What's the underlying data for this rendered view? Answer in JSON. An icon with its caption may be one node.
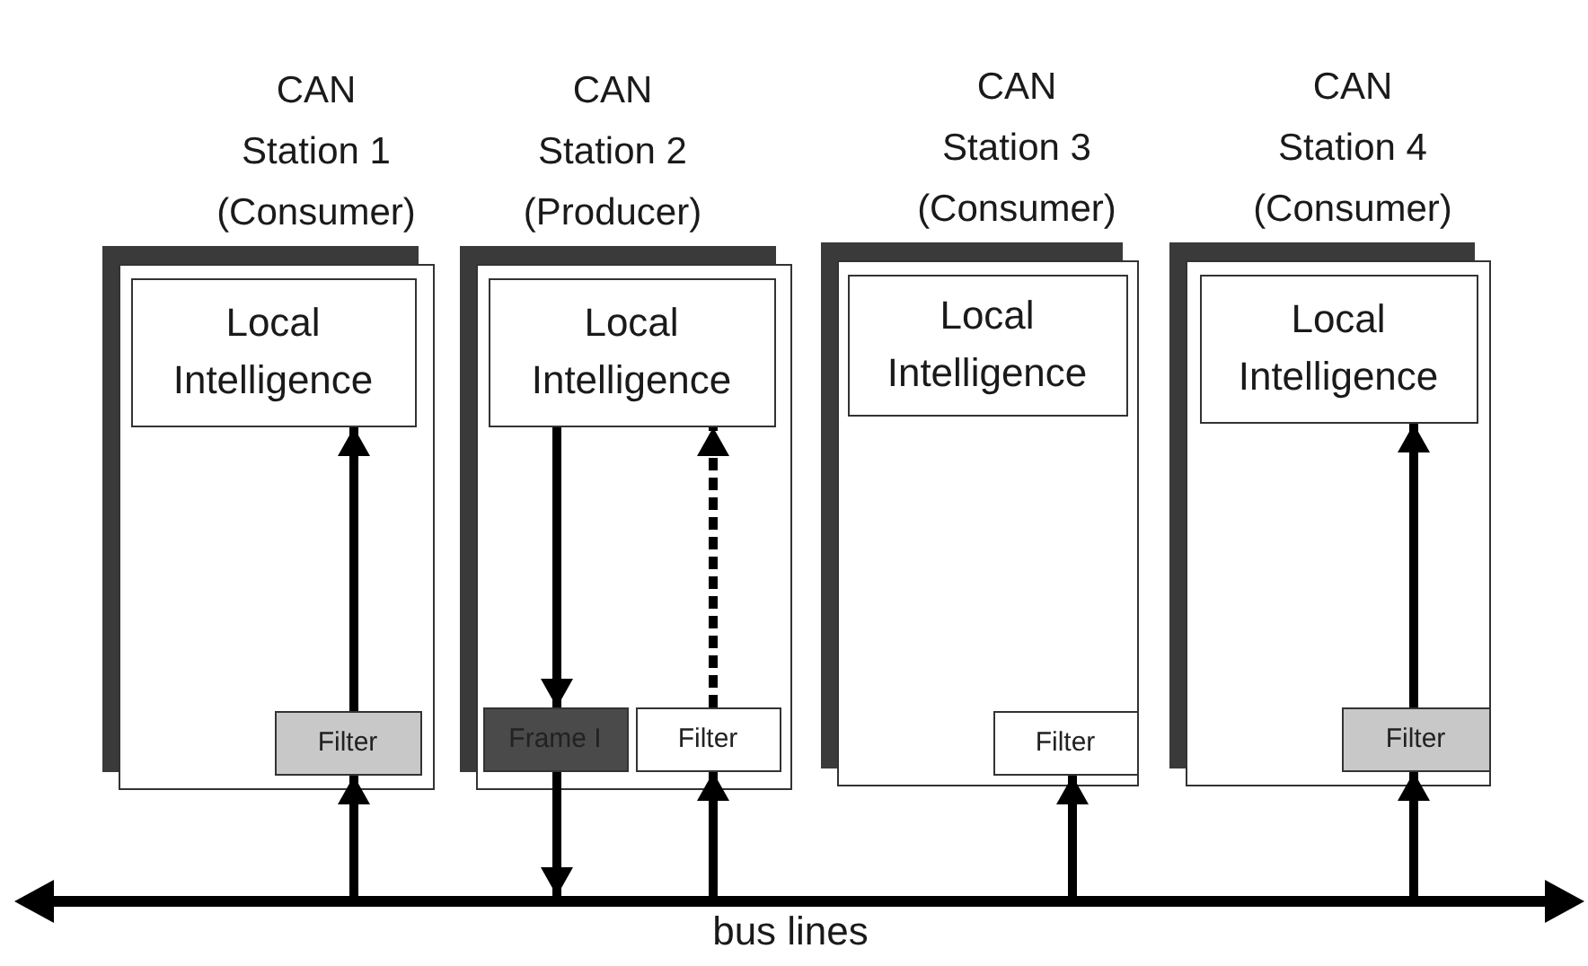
{
  "diagram": {
    "nodes": [
      {
        "text": [
          "CAN Station 1 (Consumer)"
        ]
      },
      {
        "text": [
          "Local Intelligence"
        ],
        "in": 0
      },
      {
        "text": [
          "Filter"
        ],
        "in": 0
      },
      {
        "text": [
          "CAN Station 2 (Producer)"
        ]
      },
      {
        "text": [
          "Local Intelligence"
        ],
        "in": 3
      },
      {
        "text": [
          "Frame I"
        ],
        "in": 3
      },
      {
        "text": [
          "Filter"
        ],
        "in": 3
      },
      {
        "text": [
          "CAN Station 3 (Consumer)"
        ]
      },
      {
        "text": [
          "Local Intelligence"
        ],
        "in": 7
      },
      {
        "text": [
          "Filter"
        ],
        "in": 7
      },
      {
        "text": [
          "CAN Station 4 (Consumer)"
        ]
      },
      {
        "text": [
          "Local Intelligence"
        ],
        "in": 10
      },
      {
        "text": [
          "Filter"
        ],
        "in": 10
      },
      {
        "text": [],
        "shape": "bar",
        "beside": [
          "bus lines"
        ]
      }
    ],
    "edges": [
      {
        "from": 13,
        "to": 2,
        "arrow": "to"
      },
      {
        "from": 2,
        "to": 1,
        "arrow": "to"
      },
      {
        "from": 4,
        "to": 5,
        "arrow": "to"
      },
      {
        "from": 5,
        "to": 13,
        "arrow": "to"
      },
      {
        "from": 13,
        "to": 6,
        "arrow": "to"
      },
      {
        "from": 6,
        "to": 4,
        "arrow": "to",
        "style": "dashed"
      },
      {
        "from": 13,
        "to": 9,
        "arrow": "to"
      },
      {
        "from": 13,
        "to": 12,
        "arrow": "to"
      },
      {
        "from": 12,
        "to": 11,
        "arrow": "to"
      }
    ]
  }
}
